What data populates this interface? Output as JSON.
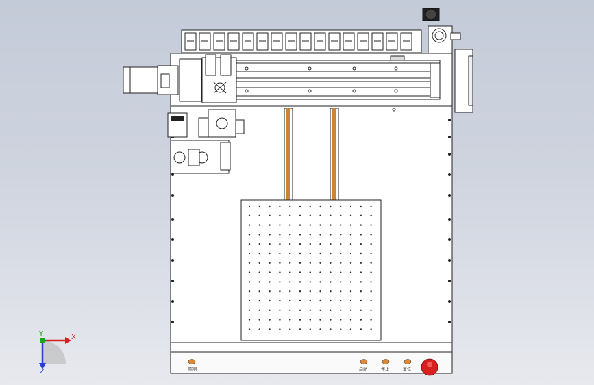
{
  "viewport": {
    "background_top": "#c4cbd8",
    "background_bottom": "#e7e9ee"
  },
  "machine": {
    "frame_color": "#ffffff",
    "outline_color": "#222222",
    "rail_color": "#c8863a",
    "estop_color": "#d81e1e",
    "button_color": "#d98a3a"
  },
  "panel": {
    "left_button_label": "照明",
    "right_button_labels": [
      "启动",
      "停止",
      "复位"
    ]
  },
  "triad": {
    "x_label": "X",
    "y_label": "Y",
    "z_label": "Z",
    "x_color": "#d61f1f",
    "y_color": "#1aa51a",
    "z_color": "#2a3fd0"
  }
}
